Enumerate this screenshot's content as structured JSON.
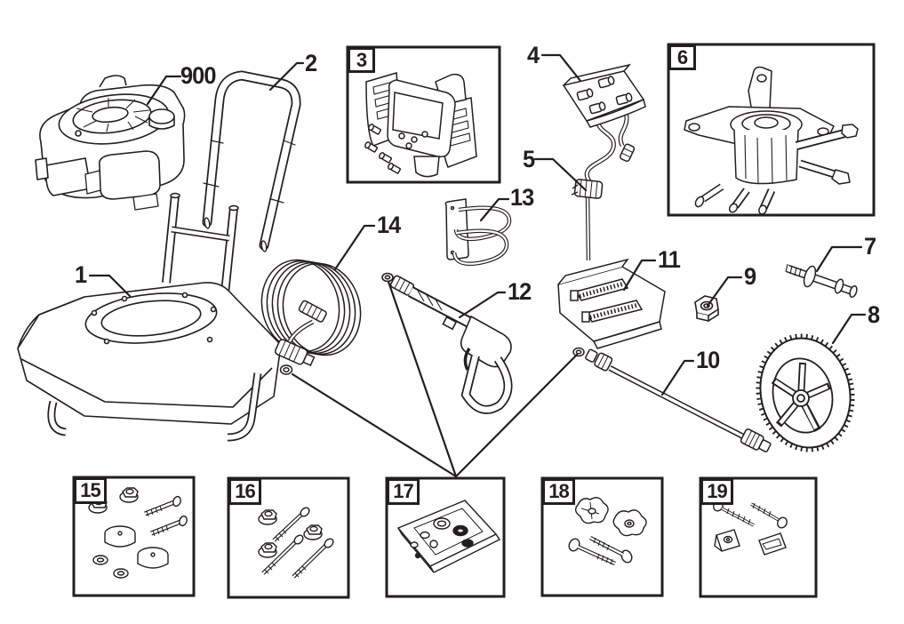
{
  "diagram": {
    "background_color": "#ffffff",
    "line_color": "#231f20",
    "callouts": [
      {
        "label": "900",
        "part": "engine"
      },
      {
        "label": "1",
        "part": "frame-base"
      },
      {
        "label": "2",
        "part": "handle"
      },
      {
        "label": "4",
        "part": "quick-connect-nozzle-kit"
      },
      {
        "label": "5",
        "part": "detergent-siphon-tube"
      },
      {
        "label": "7",
        "part": "wheel-axle-bolt"
      },
      {
        "label": "8",
        "part": "wheel"
      },
      {
        "label": "9",
        "part": "flange-nut"
      },
      {
        "label": "10",
        "part": "extension-wand"
      },
      {
        "label": "11",
        "part": "nozzle-accessory-bag"
      },
      {
        "label": "12",
        "part": "spray-gun"
      },
      {
        "label": "13",
        "part": "accessory-holder"
      },
      {
        "label": "14",
        "part": "high-pressure-hose"
      }
    ],
    "boxes": [
      {
        "label": "3",
        "part": "control-panel-assembly"
      },
      {
        "label": "6",
        "part": "pump-assembly"
      },
      {
        "label": "15",
        "part": "engine-mounting-hardware-kit"
      },
      {
        "label": "16",
        "part": "bolt-and-nut-kit"
      },
      {
        "label": "17",
        "part": "o-ring-kit"
      },
      {
        "label": "18",
        "part": "knob-and-carriage-bolt-kit"
      },
      {
        "label": "19",
        "part": "screw-and-clip-nut-kit"
      }
    ]
  }
}
